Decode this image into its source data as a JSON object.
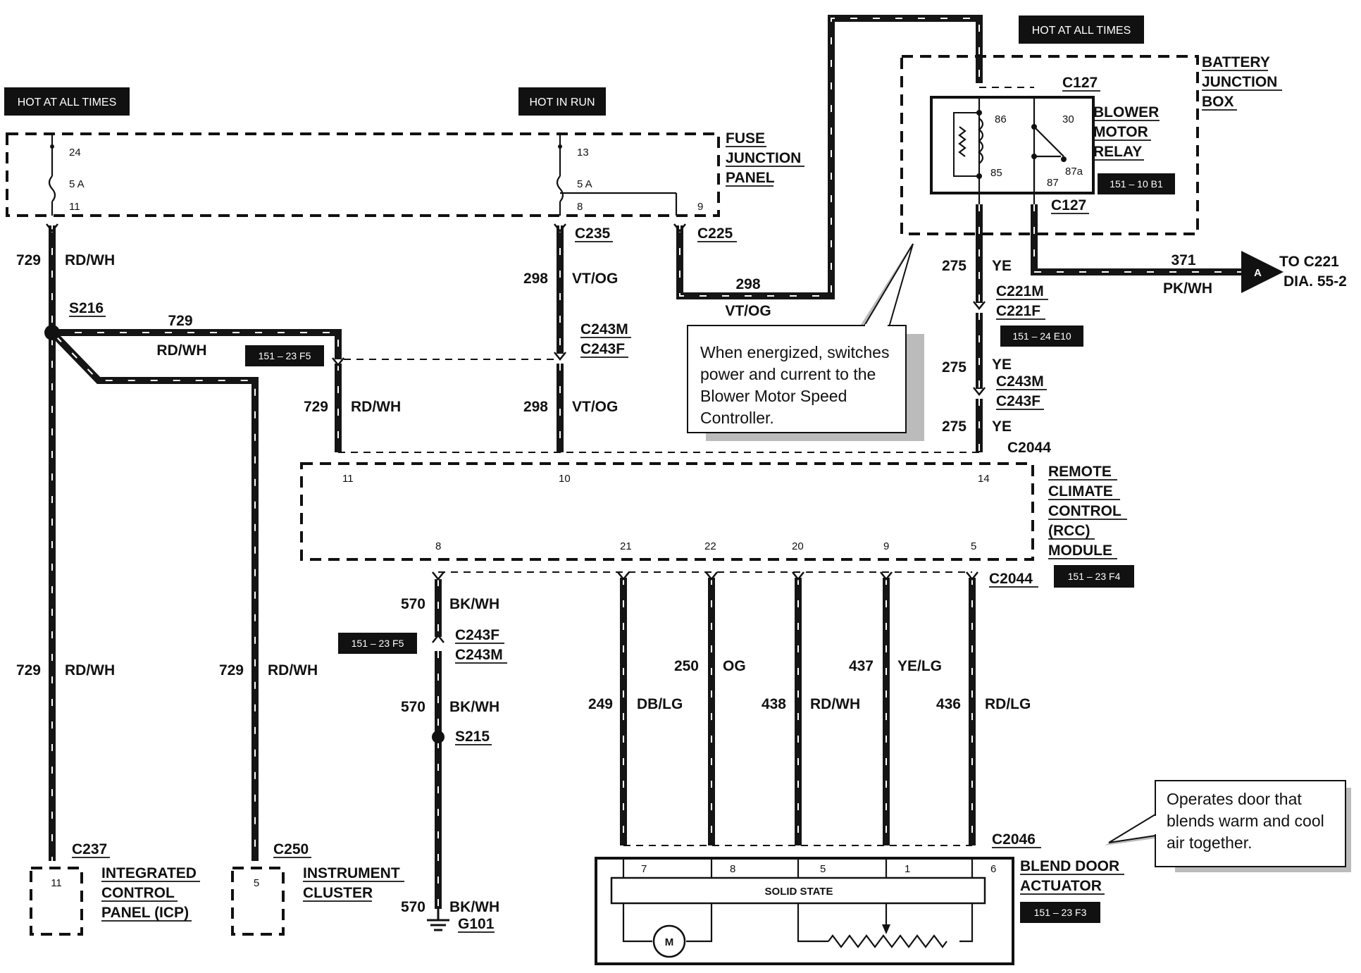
{
  "badges": {
    "hot_all_times_left": "HOT AT ALL TIMES",
    "hot_in_run": "HOT IN RUN",
    "hot_all_times_right": "HOT AT ALL TIMES",
    "ref_151_23_f5_a": "151 – 23 F5",
    "ref_151_23_f5_b": "151 – 23 F5",
    "ref_151_24_e10": "151 – 24 E10",
    "ref_151_10_b1": "151 – 10 B1",
    "ref_151_23_f4": "151 – 23 F4",
    "ref_151_23_f3": "151 – 23 F3"
  },
  "components": {
    "fuse_junction_panel": [
      "FUSE",
      "JUNCTION",
      "PANEL"
    ],
    "battery_junction_box": [
      "BATTERY",
      "JUNCTION",
      "BOX"
    ],
    "blower_motor_relay": [
      "BLOWER",
      "MOTOR",
      "RELAY"
    ],
    "rcc_module": [
      "REMOTE",
      "CLIMATE",
      "CONTROL",
      "(RCC)",
      "MODULE"
    ],
    "icp": [
      "INTEGRATED",
      "CONTROL",
      "PANEL (ICP)"
    ],
    "instrument_cluster": [
      "INSTRUMENT",
      "CLUSTER"
    ],
    "blend_door_actuator": [
      "BLEND DOOR",
      "ACTUATOR"
    ],
    "solid_state": "SOLID STATE",
    "motor_symbol": "M",
    "to_c221": [
      "TO C221",
      "DIA. 55-2"
    ],
    "off_page_marker": "A"
  },
  "fuses": {
    "f24": {
      "num": "24",
      "amp": "5 A",
      "pin": "11"
    },
    "f13": {
      "num": "13",
      "amp": "5 A",
      "pin_a": "8",
      "pin_b": "9"
    }
  },
  "relay_pins": {
    "p86": "86",
    "p30": "30",
    "p85": "85",
    "p87": "87",
    "p87a": "87a"
  },
  "connectors": {
    "c127_top": "C127",
    "c127_bot": "C127",
    "c235": "C235",
    "c225": "C225",
    "c221m": "C221M",
    "c221f": "C221F",
    "c243m_a": "C243M",
    "c243f_a": "C243F",
    "c243m_b": "C243M",
    "c243f_b": "C243F",
    "c243f_c": "C243F",
    "c243m_c": "C243M",
    "c2044_top": "C2044",
    "c2044_bot": "C2044",
    "c2046": "C2046",
    "c237": "C237",
    "c250": "C250",
    "s216": "S216",
    "s215": "S215",
    "g101": "G101"
  },
  "rcc_pins": {
    "top": [
      "11",
      "10",
      "14"
    ],
    "bottom": [
      "8",
      "21",
      "22",
      "20",
      "9",
      "5"
    ]
  },
  "actuator_pins": [
    "7",
    "8",
    "5",
    "1",
    "6"
  ],
  "icp_pin": "11",
  "cluster_pin": "5",
  "wires": {
    "w729_a": {
      "circuit": "729",
      "color": "RD/WH"
    },
    "w729_b": {
      "circuit": "729",
      "color": "RD/WH"
    },
    "w729_c": {
      "circuit": "729",
      "color": "RD/WH"
    },
    "w729_d": {
      "circuit": "729",
      "color": "RD/WH"
    },
    "w729_e": {
      "circuit": "729",
      "color": "RD/WH"
    },
    "w298_a": {
      "circuit": "298",
      "color": "VT/OG"
    },
    "w298_b": {
      "circuit": "298",
      "color": "VT/OG"
    },
    "w298_c": {
      "circuit": "298",
      "color": "VT/OG"
    },
    "w275_a": {
      "circuit": "275",
      "color": "YE"
    },
    "w275_b": {
      "circuit": "275",
      "color": "YE"
    },
    "w275_c": {
      "circuit": "275",
      "color": "YE"
    },
    "w371": {
      "circuit": "371",
      "color": "PK/WH"
    },
    "w570_a": {
      "circuit": "570",
      "color": "BK/WH"
    },
    "w570_b": {
      "circuit": "570",
      "color": "BK/WH"
    },
    "w570_c": {
      "circuit": "570",
      "color": "BK/WH"
    },
    "w249": {
      "circuit": "249",
      "color": "DB/LG"
    },
    "w250": {
      "circuit": "250",
      "color": "OG"
    },
    "w438": {
      "circuit": "438",
      "color": "RD/WH"
    },
    "w437": {
      "circuit": "437",
      "color": "YE/LG"
    },
    "w436": {
      "circuit": "436",
      "color": "RD/LG"
    }
  },
  "callouts": {
    "relay_note": [
      "When energized, switches",
      "power and current to the",
      "Blower Motor Speed",
      "Controller."
    ],
    "blend_note": [
      "Operates door that",
      "blends warm and cool",
      "air together."
    ]
  }
}
